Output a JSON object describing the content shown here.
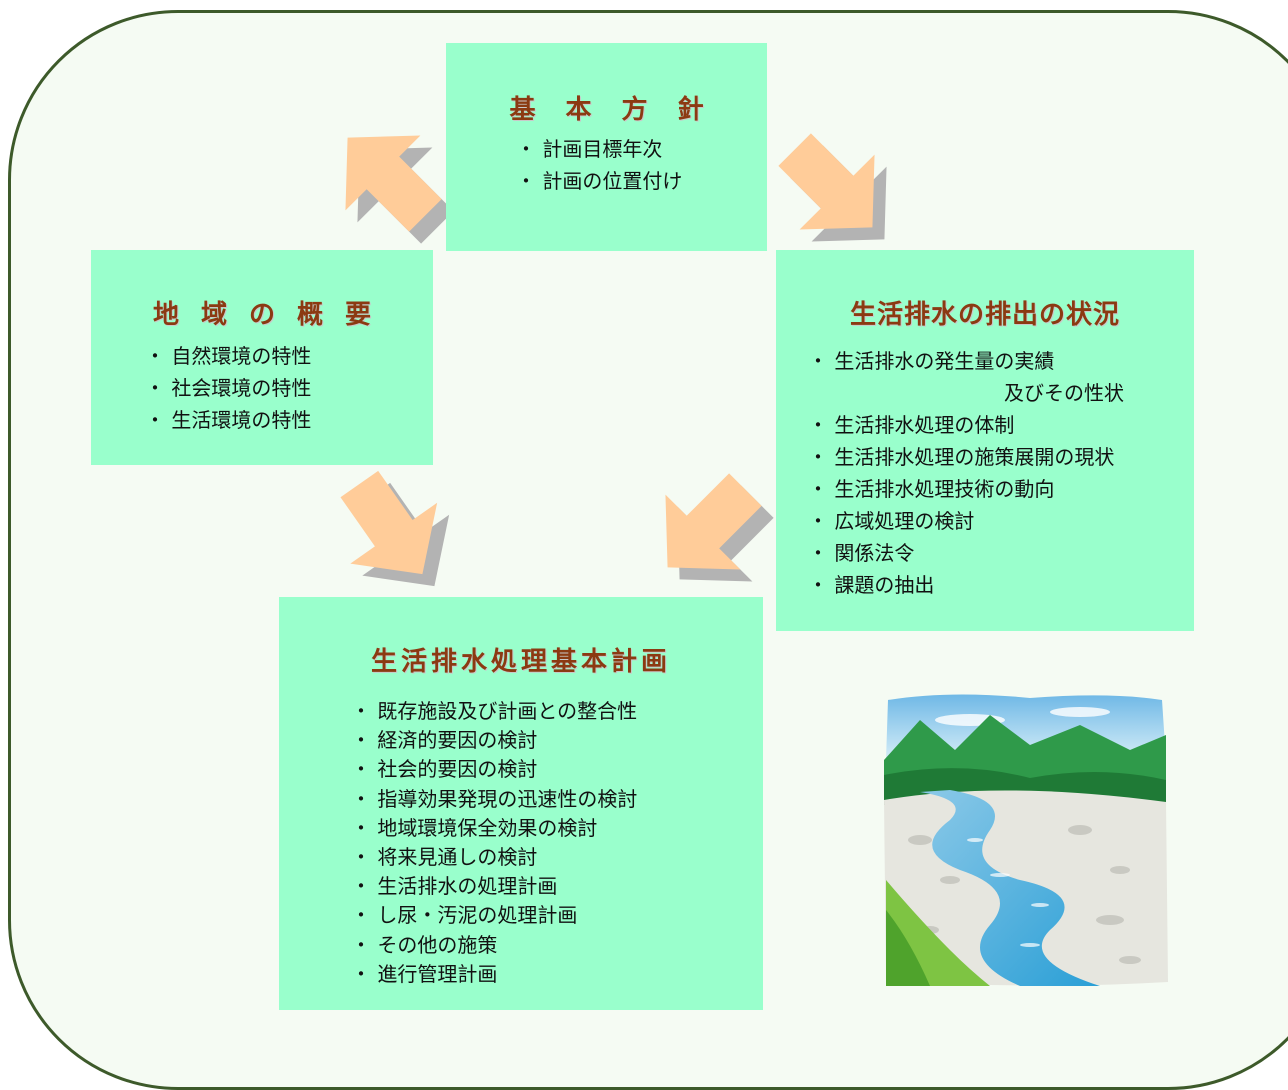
{
  "boxes": {
    "kihon": {
      "title": "基本方針",
      "items": [
        "・ 計画目標年次",
        "・ 計画の位置付け"
      ]
    },
    "chiiki": {
      "title": "地域の概要",
      "items": [
        "・ 自然環境の特性",
        "・ 社会環境の特性",
        "・ 生活環境の特性"
      ]
    },
    "jokyo": {
      "title": "生活排水の排出の状況",
      "items": [
        "・ 生活排水の発生量の実績",
        "及びその性状",
        "・ 生活排水処理の体制",
        "・ 生活排水処理の施策展開の現状",
        "・ 生活排水処理技術の動向",
        "・ 広域処理の検討",
        "・ 関係法令",
        "・ 課題の抽出"
      ]
    },
    "keikaku": {
      "title": "生活排水処理基本計画",
      "items": [
        "・ 既存施設及び計画との整合性",
        "・ 経済的要因の検討",
        "・ 社会的要因の検討",
        "・ 指導効果発現の迅速性の検討",
        "・ 地域環境保全効果の検討",
        "・ 将来見通しの検討",
        "・ 生活排水の処理計画",
        "・ し尿・汚泥の処理計画",
        "・ その他の施策",
        "・ 進行管理計画"
      ]
    }
  },
  "colors": {
    "box_fill": "#99ffcc",
    "title_text": "#8b3a12",
    "arrow_fill": "#ffcc99",
    "arrow_shadow": "#b3b3b3",
    "frame_border": "#3d5a2a"
  },
  "illustration": "river-landscape-icon"
}
